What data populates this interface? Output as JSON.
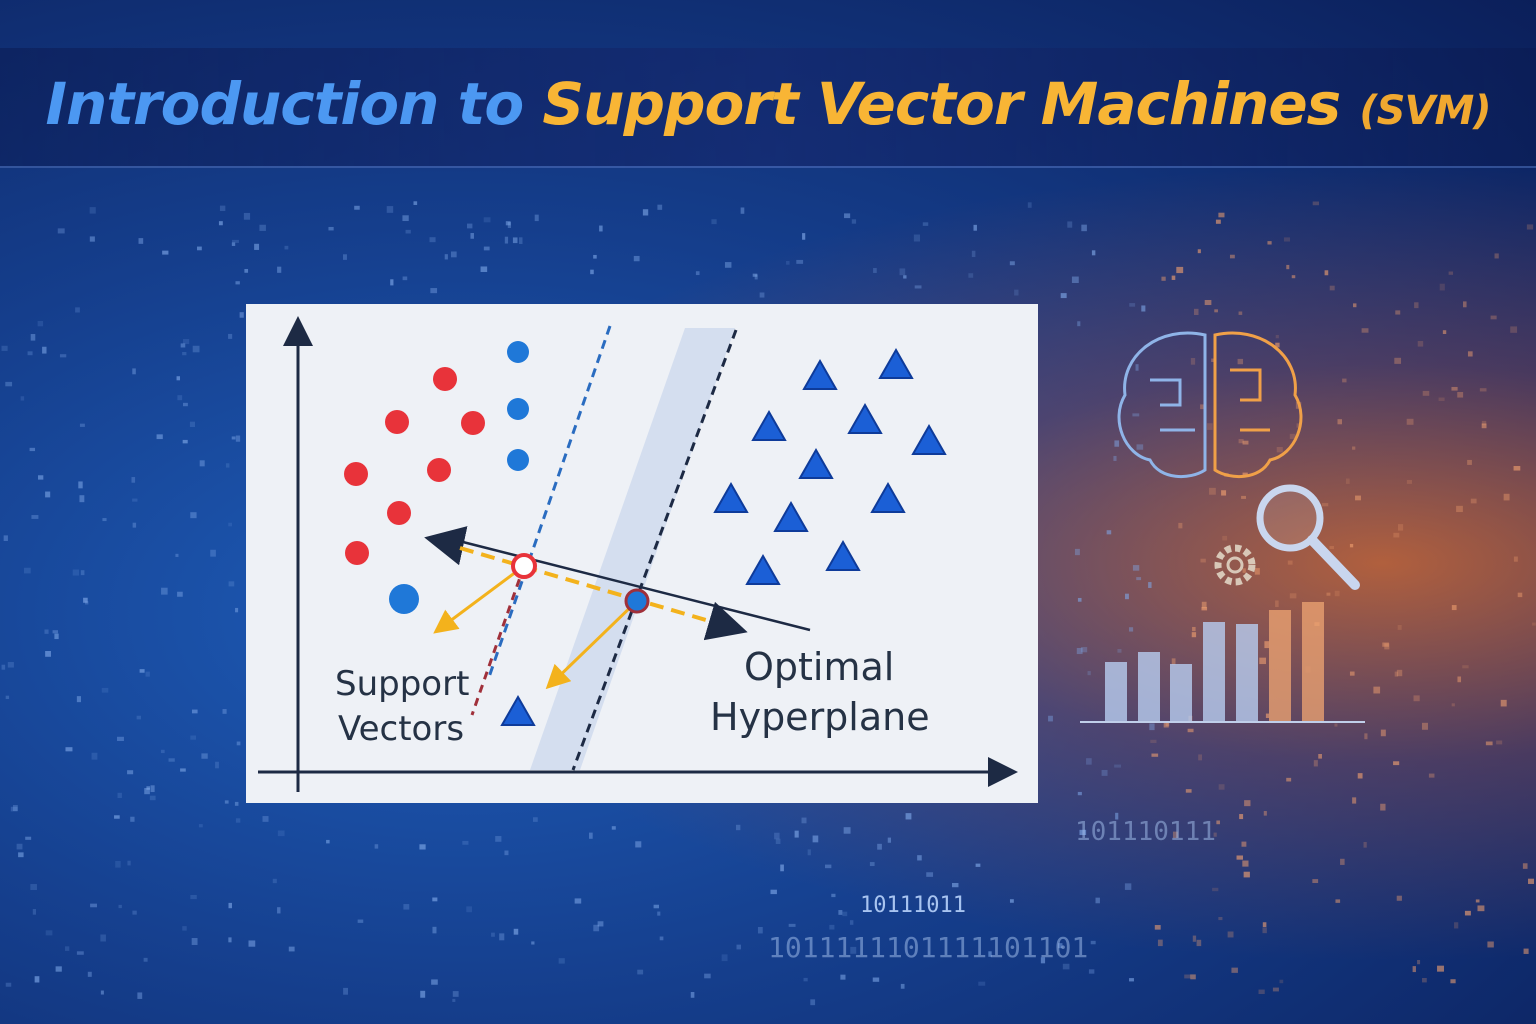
{
  "title": {
    "part1": "Introduction to",
    "part2": "Support Vector Machines",
    "part3": "(SVM)"
  },
  "diagram": {
    "support_vectors_label_line1": "Support",
    "support_vectors_label_line2": "Vectors",
    "hyperplane_label_line1": "Optimal",
    "hyperplane_label_line2": "Hyperplane"
  },
  "decor": {
    "binary1": "10111011",
    "binary2": "1011111101111101101",
    "binary3": "101110111"
  },
  "colors": {
    "class_red": "#e8333a",
    "class_blue": "#1f78d8",
    "triangle": "#1b5fd6",
    "arrow": "#f3b21c",
    "title_blue": "#4c98f2",
    "title_orange": "#f8b535"
  }
}
